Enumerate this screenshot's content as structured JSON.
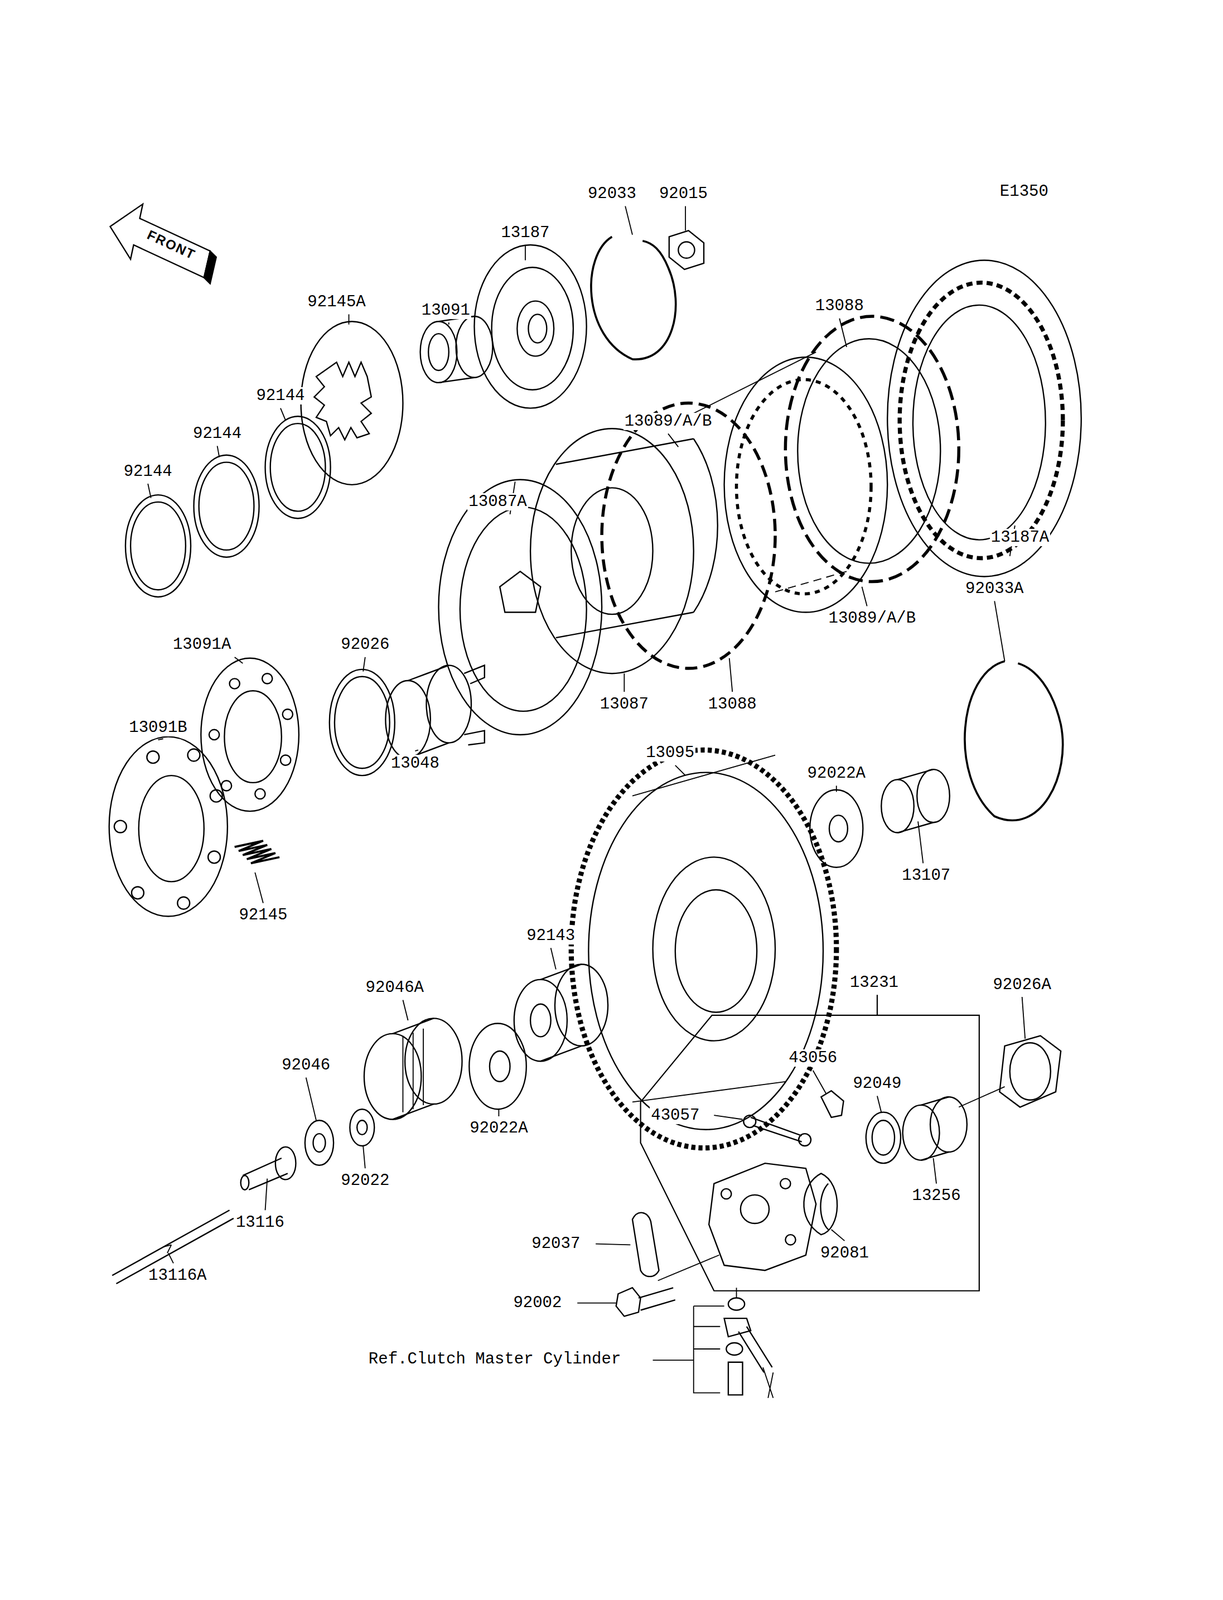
{
  "diagram": {
    "labels": [
      "E1350",
      "92033",
      "92015",
      "13187",
      "92145A",
      "13091",
      "13088",
      "92144",
      "92144",
      "92144",
      "13089/A/B",
      "13087A",
      "13187A",
      "13089/A/B",
      "92033A",
      "13091A",
      "92026",
      "13087",
      "13088",
      "13048",
      "13095",
      "92022A",
      "13091B",
      "13107",
      "92145",
      "92143",
      "92046A",
      "13231",
      "92026A",
      "43056",
      "92049",
      "92046",
      "43057",
      "92022A",
      "13256",
      "92022",
      "13116",
      "92037",
      "92081",
      "92002",
      "13116A",
      "Ref.Clutch Master Cylinder",
      "FRONT"
    ]
  }
}
